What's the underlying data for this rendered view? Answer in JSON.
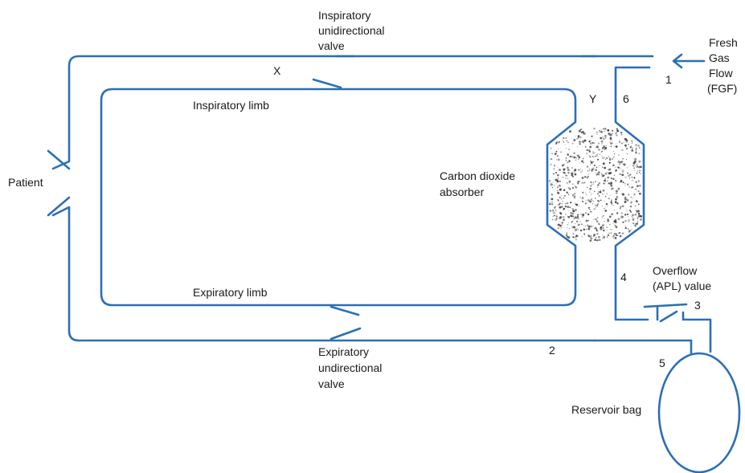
{
  "diagram": {
    "labels": {
      "inspiratory_valve": [
        "Inspiratory",
        "unidirectional",
        "valve"
      ],
      "fresh_gas_flow": [
        "Fresh",
        "Gas",
        "Flow",
        "(FGF)"
      ],
      "point_x": "X",
      "point_y": "Y",
      "inspiratory_limb": "Inspiratory limb",
      "patient": "Patient",
      "absorber": [
        "Carbon dioxide",
        "absorber"
      ],
      "expiratory_limb": "Expiratory limb",
      "overflow_valve": [
        "Overflow",
        "(APL) value"
      ],
      "expiratory_valve": [
        "Expiratory",
        "undirectional",
        "valve"
      ],
      "reservoir_bag": "Reservoir bag"
    },
    "numbers": {
      "n1": "1",
      "n2": "2",
      "n3": "3",
      "n4": "4",
      "n5": "5",
      "n6": "6"
    },
    "colors": {
      "pipe": "#2b6fb5",
      "text": "#1a1a1a",
      "absorbent": "#3a3a3a"
    }
  }
}
